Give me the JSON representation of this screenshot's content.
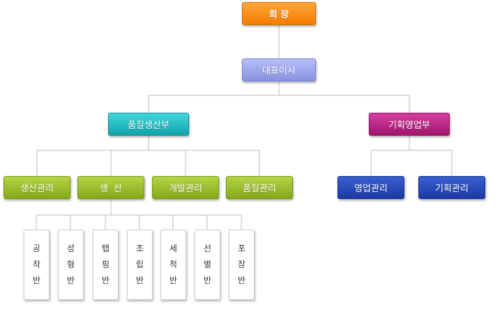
{
  "org": {
    "ceo": "회 장",
    "president": "대표이사",
    "departments": [
      {
        "name": "품질생산부",
        "color": "#12a3ad"
      },
      {
        "name": "기획영업부",
        "color": "#a2146d"
      }
    ],
    "teams": {
      "production_management": "생산관리",
      "production": "생  산",
      "development": "개발관리",
      "quality_management": "품질관리",
      "sales_management": "영업관리",
      "planning_management": "기획관리"
    },
    "units": [
      "공작반",
      "성형반",
      "탭핑반",
      "조립반",
      "세척반",
      "선별반",
      "포장반"
    ]
  },
  "colors": {
    "ceo": "#f57c00",
    "president": "#8791e0",
    "team_green": "#84a81a",
    "team_blue": "#1b3aa3",
    "connector": "#bbbbbb"
  }
}
